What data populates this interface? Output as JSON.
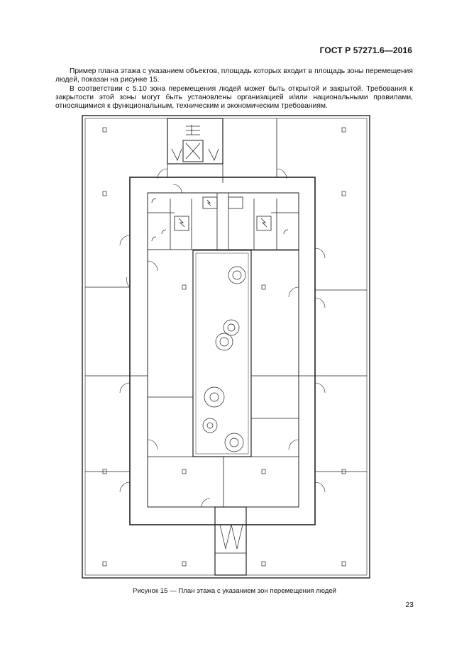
{
  "header": {
    "standard": "ГОСТ Р 57271.6—2016"
  },
  "body": {
    "paragraph1": "Пример плана этажа с указанием объектов, площадь которых входит в площадь зоны перемещения людей, показан на рисунке 15.",
    "paragraph2": "В соответствии с 5.10 зона перемещения людей может быть открытой и закрытой. Требования к закрытости этой зоны могут быть установлены организацией и/или национальными правилами, относящимися к функциональным, техническим и экономическим требованиям."
  },
  "figure": {
    "caption": "Рисунок 15 — План этажа с указанием зон перемещения людей"
  },
  "footer": {
    "page_number": "23"
  }
}
